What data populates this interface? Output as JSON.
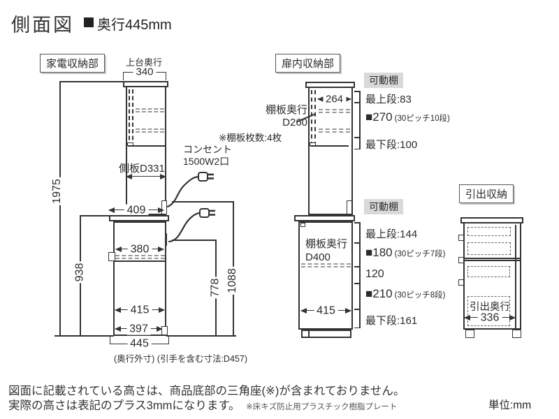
{
  "title": "側面図",
  "depth_badge": "奥行445mm",
  "unit": "単位:mm",
  "footer": {
    "line1": "図面に記載されている高さは、商品底部の三角座(※)が含まれておりません。",
    "line2": "実際の高さは表記のプラス3mmになります。",
    "note": "※床キズ防止用プラスチック樹脂プレート"
  },
  "appliance": {
    "label": "家電収納部",
    "top_depth_caption": "上台奥行",
    "dim_340": "340",
    "dim_1975": "1975",
    "dim_938": "938",
    "side_panel": "側板D331",
    "dim_409": "409",
    "dim_380": "380",
    "dim_415": "415",
    "dim_397": "397",
    "dim_445": "445",
    "dim_778": "778",
    "dim_1088": "1088",
    "outlet_line1": "コンセント",
    "outlet_line2": "1500W2口",
    "bottom_note": "(奥行外寸) (引手を含む寸法:D457)"
  },
  "door": {
    "label": "扉内収納部",
    "upper": {
      "tag": "可動棚",
      "dim_264": "264",
      "shelf_depth1": "棚板奥行",
      "shelf_depth2": "D260",
      "shelf_note": "※棚板枚数:4枚",
      "row_top": "最上段:83",
      "row_mid_main": "■270",
      "row_mid_sub": "(30ピッチ10段)",
      "row_bottom": "最下段:100"
    },
    "lower": {
      "tag": "可動棚",
      "shelf_depth1": "棚板奥行",
      "shelf_depth2": "D400",
      "dim_415": "415",
      "row1": "最上段:144",
      "row2_main": "■180",
      "row2_sub": "(30ピッチ7段)",
      "row3": "120",
      "row4_main": "■210",
      "row4_sub": "(30ピッチ8段)",
      "row5": "最下段:161"
    }
  },
  "drawer": {
    "label": "引出収納",
    "depth_caption": "引出奥行",
    "dim_336": "336"
  }
}
